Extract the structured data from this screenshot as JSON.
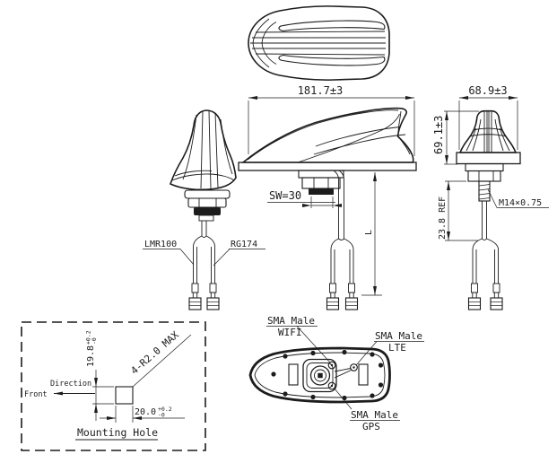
{
  "title": "antenna-technical-drawing",
  "colors": {
    "background": "#ffffff",
    "line": "#1c1c1c"
  },
  "side_view": {
    "width_dim": "181.7±3",
    "wrench_dim": "SW=30",
    "cable_length_dim": "L"
  },
  "front_view": {
    "width_dim": "68.9±3",
    "height_dim": "69.1±3",
    "stud_dim": "23.8 REF",
    "thread_label": "M14×0.75"
  },
  "perspective_view": {
    "cable_left_label": "LMR100",
    "cable_right_label": "RG174"
  },
  "bottom_view": {
    "wifi_label_line1": "SMA Male",
    "wifi_label_line2": "WIFI",
    "lte_label_line1": "SMA Male",
    "lte_label_line2": "LTE",
    "gps_label_line1": "SMA Male",
    "gps_label_line2": "GPS"
  },
  "mounting_detail": {
    "title": "Mounting Hole",
    "height_dim": "19.8",
    "height_tol_upper": "+0.2",
    "height_tol_lower": "-0",
    "width_dim": "20.0",
    "width_tol_upper": "+0.2",
    "width_tol_lower": "-0",
    "radius_label": "4-R2.0 MAX",
    "direction_label": "Direction",
    "front_label": "Front"
  }
}
